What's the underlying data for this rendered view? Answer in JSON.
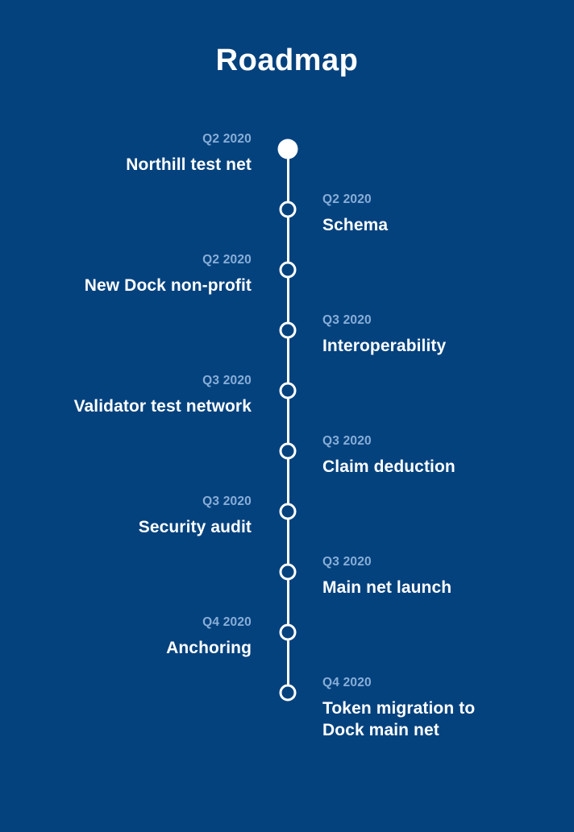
{
  "header": {
    "title": "Roadmap"
  },
  "theme": {
    "background": "#04427e",
    "title_color": "#ffffff",
    "date_color": "#88aed7",
    "marker_color": "#ffffff",
    "line_color": "#ffffff"
  },
  "timeline": {
    "items": [
      {
        "date": "Q2 2020",
        "title": "Northill test net",
        "side": "left",
        "marker": "solid-circle"
      },
      {
        "date": "Q2 2020",
        "title": "Schema",
        "side": "right",
        "marker": "ring-circle"
      },
      {
        "date": "Q2 2020",
        "title": "New Dock non-profit",
        "side": "left",
        "marker": "ring-circle"
      },
      {
        "date": "Q3 2020",
        "title": "Interoperability",
        "side": "right",
        "marker": "ring-circle"
      },
      {
        "date": "Q3 2020",
        "title": "Validator test network",
        "side": "left",
        "marker": "ring-circle"
      },
      {
        "date": "Q3 2020",
        "title": "Claim deduction",
        "side": "right",
        "marker": "ring-circle"
      },
      {
        "date": "Q3 2020",
        "title": "Security audit",
        "side": "left",
        "marker": "ring-circle"
      },
      {
        "date": "Q3 2020",
        "title": "Main net launch",
        "side": "right",
        "marker": "ring-circle"
      },
      {
        "date": "Q4 2020",
        "title": "Anchoring",
        "side": "left",
        "marker": "ring-circle"
      },
      {
        "date": "Q4 2020",
        "title": "Token migration to\nDock main net",
        "side": "right",
        "marker": "ring-circle"
      }
    ]
  }
}
